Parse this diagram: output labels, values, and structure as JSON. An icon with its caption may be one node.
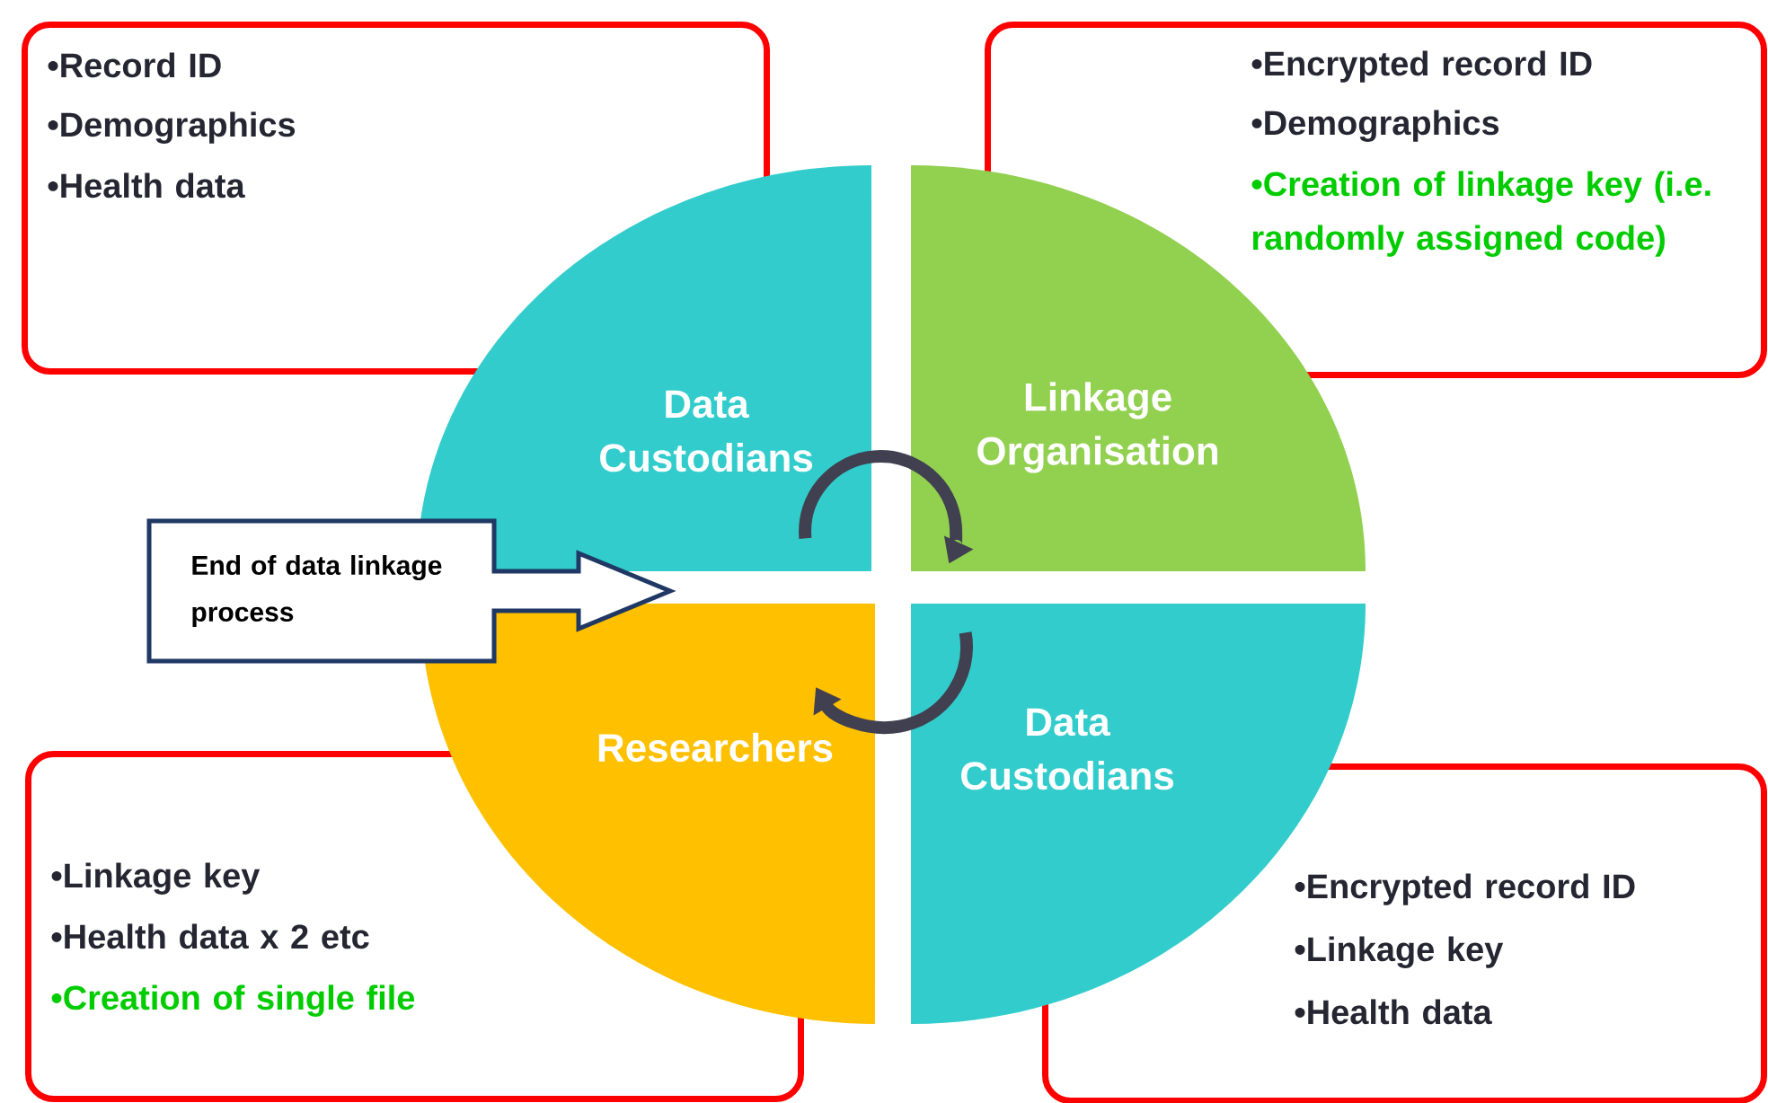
{
  "diagram": {
    "nodes": [
      {
        "text": [
          "•Record ID",
          "•Demographics",
          "•Health data"
        ]
      },
      {
        "text": [
          "•Encrypted record ID",
          "•Demographics",
          "•Creation of linkage key (i.e. randomly assigned code)"
        ]
      },
      {
        "text": [
          "Data Custodians"
        ]
      },
      {
        "text": [
          "Linkage Organisation"
        ]
      },
      {
        "text": [
          "End of data linkage process"
        ]
      },
      {
        "text": [
          "Researchers"
        ]
      },
      {
        "text": [
          "Data Custodians"
        ]
      },
      {
        "text": [
          "•Linkage key",
          "•Health data x 2 etc",
          "•Creation of single file"
        ]
      },
      {
        "text": [
          "•Encrypted record ID",
          "•Linkage key",
          "•Health data"
        ]
      }
    ],
    "edges": [
      {
        "from": 2,
        "to": 3,
        "arrow": "to"
      },
      {
        "from": 6,
        "to": 5,
        "arrow": "to"
      }
    ]
  }
}
